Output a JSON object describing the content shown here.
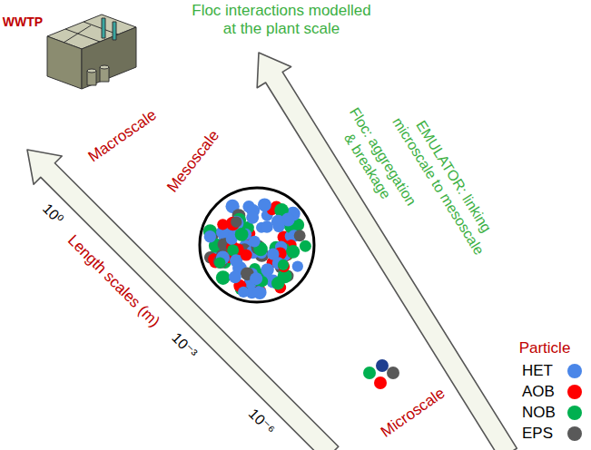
{
  "diagram": {
    "labels": [
      "WWTP",
      "Floc interactions modelled at the plant scale",
      "Macroscale",
      "Mesoscale",
      "Microscale",
      "Floc: aggregation & breakage",
      "EMULATOR: linking microscale to mesoscale",
      "Length scales (m)",
      "10⁰",
      "10⁻³",
      "10⁻⁶",
      "Particle"
    ],
    "legend": [
      {
        "text": "HET",
        "color": "#4a86e8"
      },
      {
        "text": "AOB",
        "color": "#ff0000"
      },
      {
        "text": "NOB",
        "color": "#00b050"
      },
      {
        "text": "EPS",
        "color": "#595959"
      }
    ]
  }
}
